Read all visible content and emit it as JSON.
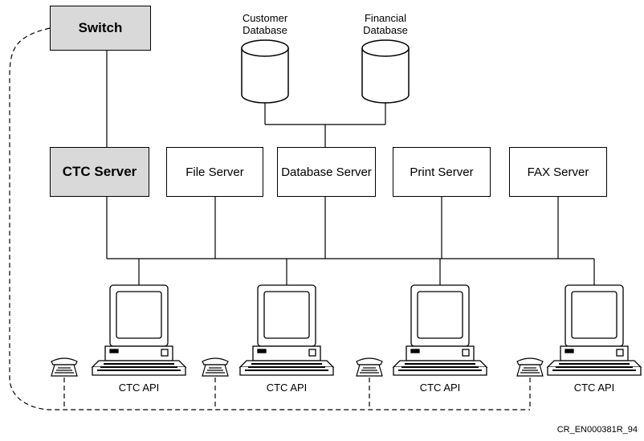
{
  "switch": {
    "label": "Switch"
  },
  "databases": {
    "customer": {
      "label_line1": "Customer",
      "label_line2": "Database"
    },
    "financial": {
      "label_line1": "Financial",
      "label_line2": "Database"
    }
  },
  "servers": {
    "ctc": "CTC Server",
    "file": "File Server",
    "database": "Database Server",
    "print": "Print Server",
    "fax": "FAX Server"
  },
  "workstations": [
    {
      "label": "CTC API"
    },
    {
      "label": "CTC API"
    },
    {
      "label": "CTC API"
    },
    {
      "label": "CTC API"
    }
  ],
  "figure_code": "CR_EN000381R_94",
  "colors": {
    "highlight_box": "#d9d9d9",
    "line": "#000000"
  },
  "icons": {
    "database": "cylinder-icon",
    "workstation": "computer-icon",
    "phone": "telephone-icon"
  }
}
